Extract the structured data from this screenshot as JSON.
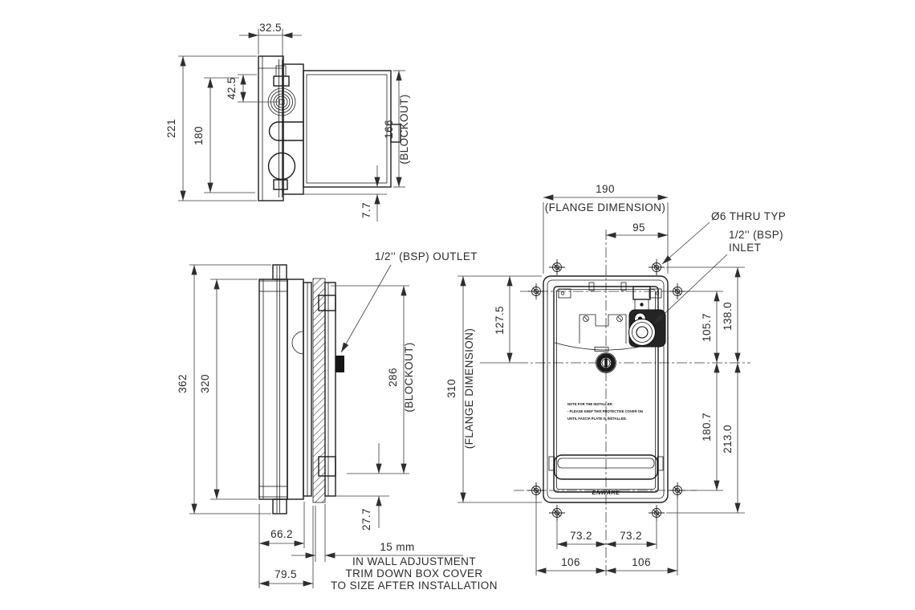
{
  "colors": {
    "line": "#1c1c1c",
    "dim_line": "#3a3a3a",
    "background": "#ffffff",
    "fill_dark": "#161616"
  },
  "top_view": {
    "dim_width_top": "32.5",
    "dim_valve_offset": "42.5",
    "dim_inner_height": "180",
    "dim_overall_height": "221",
    "dim_blockout": "166",
    "blockout_label": "(BLOCKOUT)",
    "dim_edge": "7.7"
  },
  "side_view": {
    "dim_overall_height": "362",
    "dim_plate_height": "320",
    "dim_blockout": "286",
    "blockout_label": "(BLOCKOUT)",
    "dim_cover_edge": "27.7",
    "dim_box_depth": "66.2",
    "dim_overall_depth": "79.5",
    "dim_adjustment": "15 mm",
    "outlet_label": "1/2'' (BSP) OUTLET",
    "note_line1": "IN WALL ADJUSTMENT",
    "note_line2": "TRIM DOWN BOX COVER",
    "note_line3": "TO SIZE AFTER INSTALLATION"
  },
  "front_view": {
    "dim_flange_width": "190",
    "flange_width_label": "(FLANGE DIMENSION)",
    "dim_half_width": "95",
    "holes_label": "Ø6 THRU TYP",
    "inlet_label_line1": "1/2'' (BSP)",
    "inlet_label_line2": "INLET",
    "dim_flange_height": "310",
    "flange_height_label": "(FLANGE DIMENSION)",
    "dim_centre_from_top": "127.5",
    "dim_inlet_to_centre": "105.7",
    "dim_top_holes_to_centre": "138.0",
    "dim_centre_to_side_holes": "180.7",
    "dim_centre_to_bottom_holes": "213.0",
    "dim_bottom_hole_left": "73.2",
    "dim_bottom_hole_right": "73.2",
    "dim_side_hole_left": "106",
    "dim_side_hole_right": "106",
    "installer_note_line1": "NOTE FOR THE INSTALLER:",
    "installer_note_line2": "- PLEASE KEEP THIS PROTECTIVE COVER ON",
    "installer_note_line3": "UNTIL FASCIA PLATE IS INSTALLED.",
    "logo": "ENWARE"
  }
}
